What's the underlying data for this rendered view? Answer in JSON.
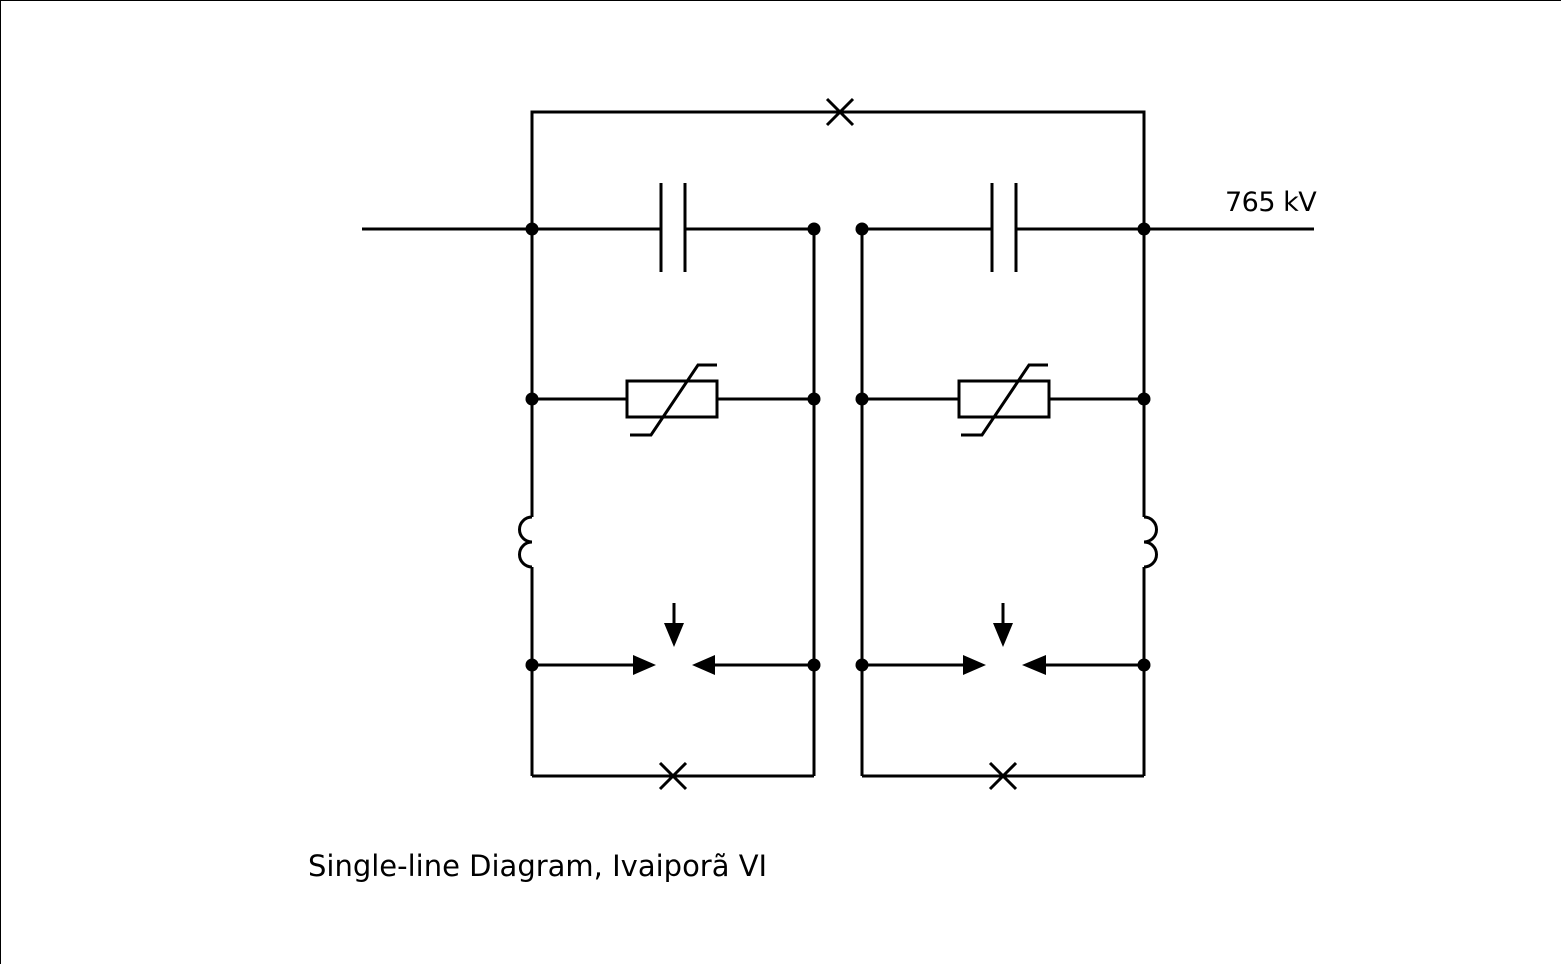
{
  "diagram": {
    "voltage_label": "765 kV",
    "caption": "Single-line Diagram, Ivaiporã VI",
    "stroke_color": "#000000",
    "background_color": "#ffffff",
    "segments": [
      {
        "name": "segment-1",
        "components": [
          "capacitor",
          "varistor-mov",
          "damping-reactor",
          "spark-gap",
          "bypass-breaker"
        ]
      },
      {
        "name": "segment-2",
        "components": [
          "capacitor",
          "varistor-mov",
          "damping-reactor",
          "spark-gap",
          "bypass-breaker"
        ]
      }
    ],
    "common_components": [
      "line-bypass-breaker"
    ]
  }
}
